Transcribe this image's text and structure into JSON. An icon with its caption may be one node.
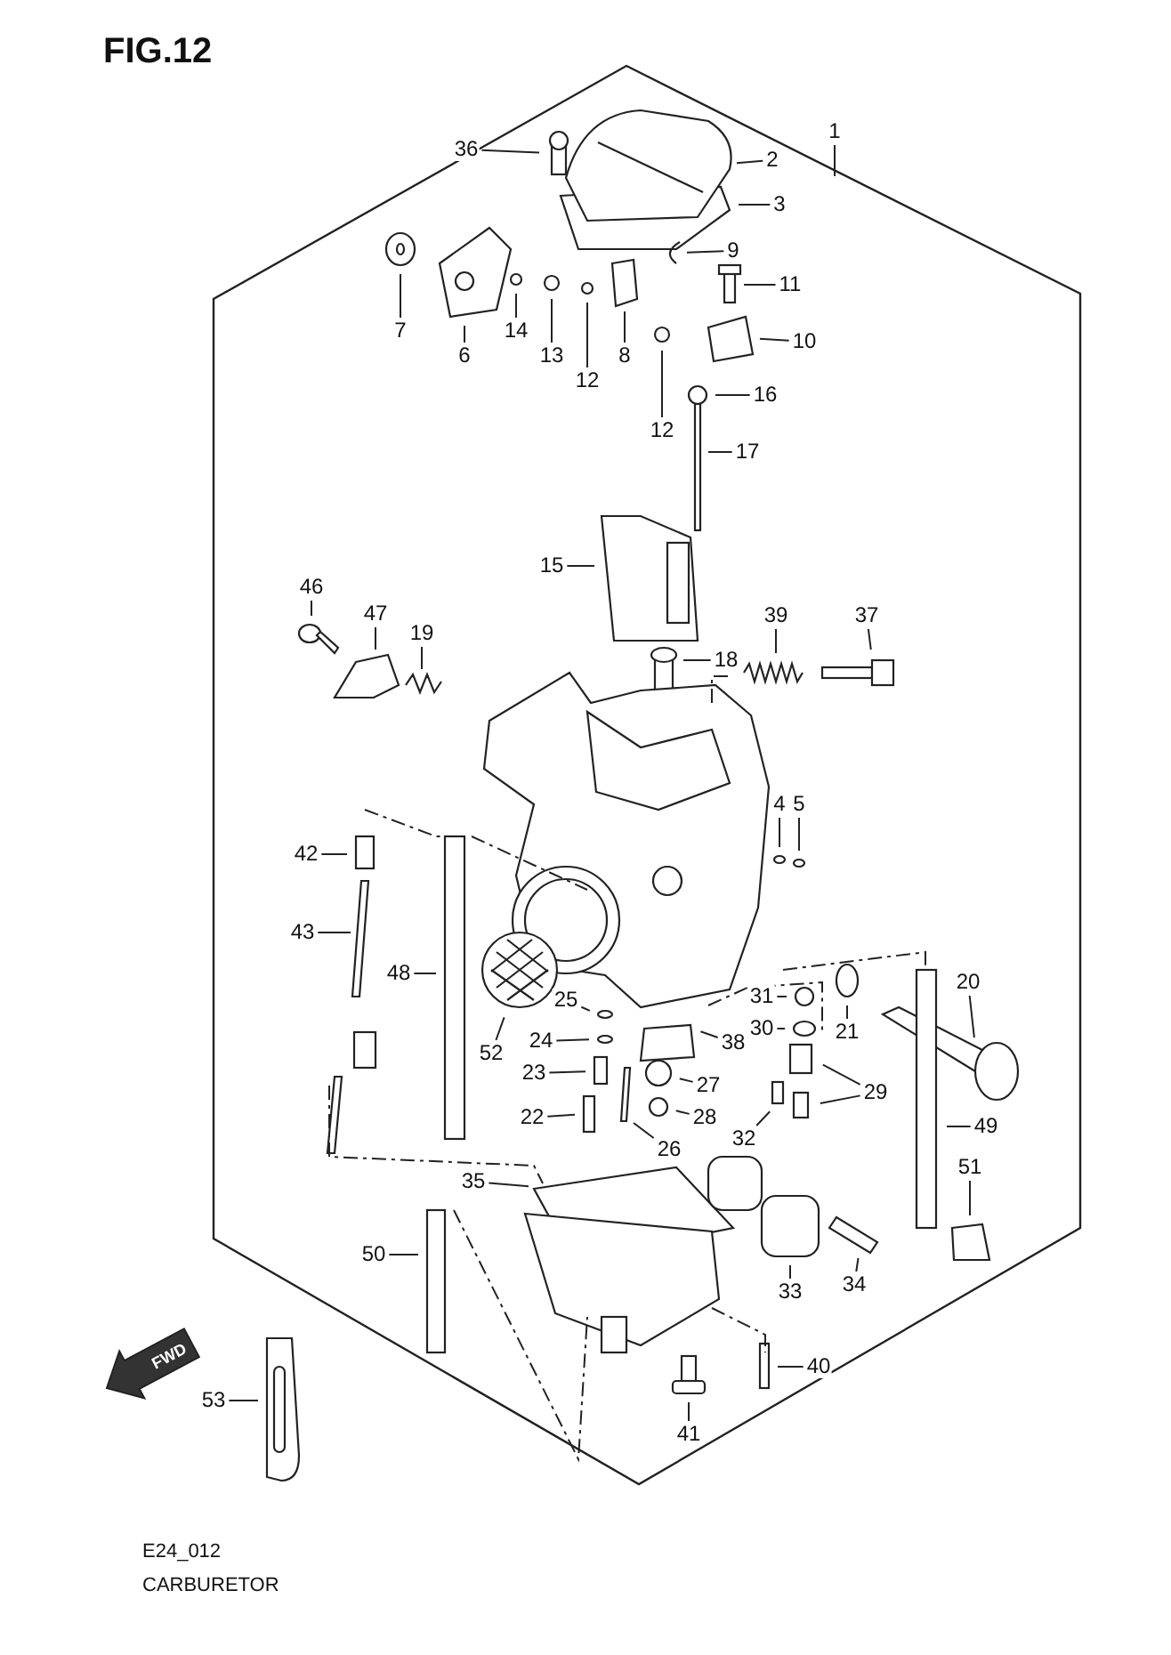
{
  "diagram": {
    "title": "FIG.12",
    "caption": "CARBURETOR",
    "nodes": [
      {
        "text": [
          "36"
        ]
      },
      {
        "text": [
          "1"
        ]
      },
      {
        "text": [
          "2"
        ]
      },
      {
        "text": [
          "3"
        ]
      },
      {
        "text": [
          "7"
        ]
      },
      {
        "text": [
          "6"
        ]
      },
      {
        "text": [
          "9"
        ]
      },
      {
        "text": [
          "14"
        ]
      },
      {
        "text": [
          "13"
        ]
      },
      {
        "text": [
          "12"
        ]
      },
      {
        "text": [
          "8"
        ]
      },
      {
        "text": [
          "11"
        ]
      },
      {
        "text": [
          "10"
        ]
      },
      {
        "text": [
          "12"
        ]
      },
      {
        "text": [
          "16"
        ]
      },
      {
        "text": [
          "17"
        ]
      },
      {
        "text": [
          "15"
        ]
      },
      {
        "text": [
          "46"
        ]
      },
      {
        "text": [
          "47"
        ]
      },
      {
        "text": [
          "39"
        ]
      },
      {
        "text": [
          "37"
        ]
      },
      {
        "text": [
          "19"
        ]
      },
      {
        "text": [
          "18"
        ]
      },
      {
        "text": [
          "4"
        ]
      },
      {
        "text": [
          "5"
        ]
      },
      {
        "text": [
          "42"
        ]
      },
      {
        "text": [
          "43"
        ]
      },
      {
        "text": [
          "48"
        ]
      },
      {
        "text": [
          "20"
        ]
      },
      {
        "text": [
          "52"
        ]
      },
      {
        "text": [
          "25"
        ]
      },
      {
        "text": [
          "21"
        ]
      },
      {
        "text": [
          "31"
        ]
      },
      {
        "text": [
          "24"
        ]
      },
      {
        "text": [
          "38"
        ]
      },
      {
        "text": [
          "30"
        ]
      },
      {
        "text": [
          "23"
        ]
      },
      {
        "text": [
          "27"
        ]
      },
      {
        "text": [
          "29"
        ]
      },
      {
        "text": [
          "32"
        ]
      },
      {
        "text": [
          "28"
        ]
      },
      {
        "text": [
          "22"
        ]
      },
      {
        "text": [
          "26"
        ]
      },
      {
        "text": [
          "49"
        ]
      },
      {
        "text": [
          "35"
        ]
      },
      {
        "text": [
          "51"
        ]
      },
      {
        "text": [
          "50"
        ]
      },
      {
        "text": [
          "33"
        ]
      },
      {
        "text": [
          "34"
        ]
      },
      {
        "text": [
          "40"
        ]
      },
      {
        "text": [
          "53"
        ]
      },
      {
        "text": [
          "41"
        ]
      }
    ],
    "edges": [
      {
        "from": 0,
        "to": null,
        "arrow": "none"
      },
      {
        "from": 1,
        "to": null,
        "arrow": "none"
      },
      {
        "from": 2,
        "to": null,
        "arrow": "none"
      },
      {
        "from": 3,
        "to": null,
        "arrow": "none"
      },
      {
        "from": 4,
        "to": null,
        "arrow": "none"
      },
      {
        "from": 5,
        "to": null,
        "arrow": "none"
      },
      {
        "from": 6,
        "to": null,
        "arrow": "none"
      },
      {
        "from": 7,
        "to": null,
        "arrow": "none"
      },
      {
        "from": 8,
        "to": null,
        "arrow": "none"
      },
      {
        "from": 9,
        "to": null,
        "arrow": "none"
      },
      {
        "from": 10,
        "to": null,
        "arrow": "none"
      },
      {
        "from": 11,
        "to": null,
        "arrow": "none"
      },
      {
        "from": 12,
        "to": null,
        "arrow": "none"
      },
      {
        "from": 13,
        "to": null,
        "arrow": "none"
      },
      {
        "from": 14,
        "to": null,
        "arrow": "none"
      },
      {
        "from": 15,
        "to": null,
        "arrow": "none"
      },
      {
        "from": 16,
        "to": null,
        "arrow": "none"
      },
      {
        "from": 17,
        "to": null,
        "arrow": "none"
      },
      {
        "from": 18,
        "to": null,
        "arrow": "none"
      },
      {
        "from": 19,
        "to": null,
        "arrow": "none"
      },
      {
        "from": 20,
        "to": null,
        "arrow": "none"
      },
      {
        "from": 21,
        "to": null,
        "arrow": "none"
      },
      {
        "from": 22,
        "to": null,
        "arrow": "none"
      },
      {
        "from": 23,
        "to": null,
        "arrow": "none"
      },
      {
        "from": 24,
        "to": null,
        "arrow": "none"
      },
      {
        "from": 25,
        "to": null,
        "arrow": "none"
      },
      {
        "from": 26,
        "to": null,
        "arrow": "none"
      },
      {
        "from": 27,
        "to": null,
        "arrow": "none"
      },
      {
        "from": 28,
        "to": null,
        "arrow": "none"
      },
      {
        "from": 29,
        "to": null,
        "arrow": "none"
      },
      {
        "from": 30,
        "to": null,
        "arrow": "none"
      },
      {
        "from": 31,
        "to": null,
        "arrow": "none"
      },
      {
        "from": 32,
        "to": null,
        "arrow": "none"
      },
      {
        "from": 33,
        "to": null,
        "arrow": "none"
      },
      {
        "from": 34,
        "to": null,
        "arrow": "none"
      },
      {
        "from": 35,
        "to": null,
        "arrow": "none"
      },
      {
        "from": 36,
        "to": null,
        "arrow": "none"
      },
      {
        "from": 37,
        "to": null,
        "arrow": "none"
      },
      {
        "from": 38,
        "to": null,
        "arrow": "none"
      },
      {
        "from": 38,
        "to": null,
        "arrow": "none"
      },
      {
        "from": 39,
        "to": null,
        "arrow": "none"
      },
      {
        "from": 40,
        "to": null,
        "arrow": "none"
      },
      {
        "from": 41,
        "to": null,
        "arrow": "none"
      },
      {
        "from": 42,
        "to": null,
        "arrow": "none"
      },
      {
        "from": 43,
        "to": null,
        "arrow": "none"
      },
      {
        "from": 44,
        "to": null,
        "arrow": "none"
      },
      {
        "from": 45,
        "to": null,
        "arrow": "none"
      },
      {
        "from": 46,
        "to": null,
        "arrow": "none"
      },
      {
        "from": 47,
        "to": null,
        "arrow": "none"
      },
      {
        "from": 48,
        "to": null,
        "arrow": "none"
      },
      {
        "from": 49,
        "to": null,
        "arrow": "none"
      },
      {
        "from": 50,
        "to": null,
        "arrow": "none"
      },
      {
        "from": 51,
        "to": null,
        "arrow": "none"
      }
    ],
    "labels": [
      "FWD",
      "E24_012"
    ]
  }
}
